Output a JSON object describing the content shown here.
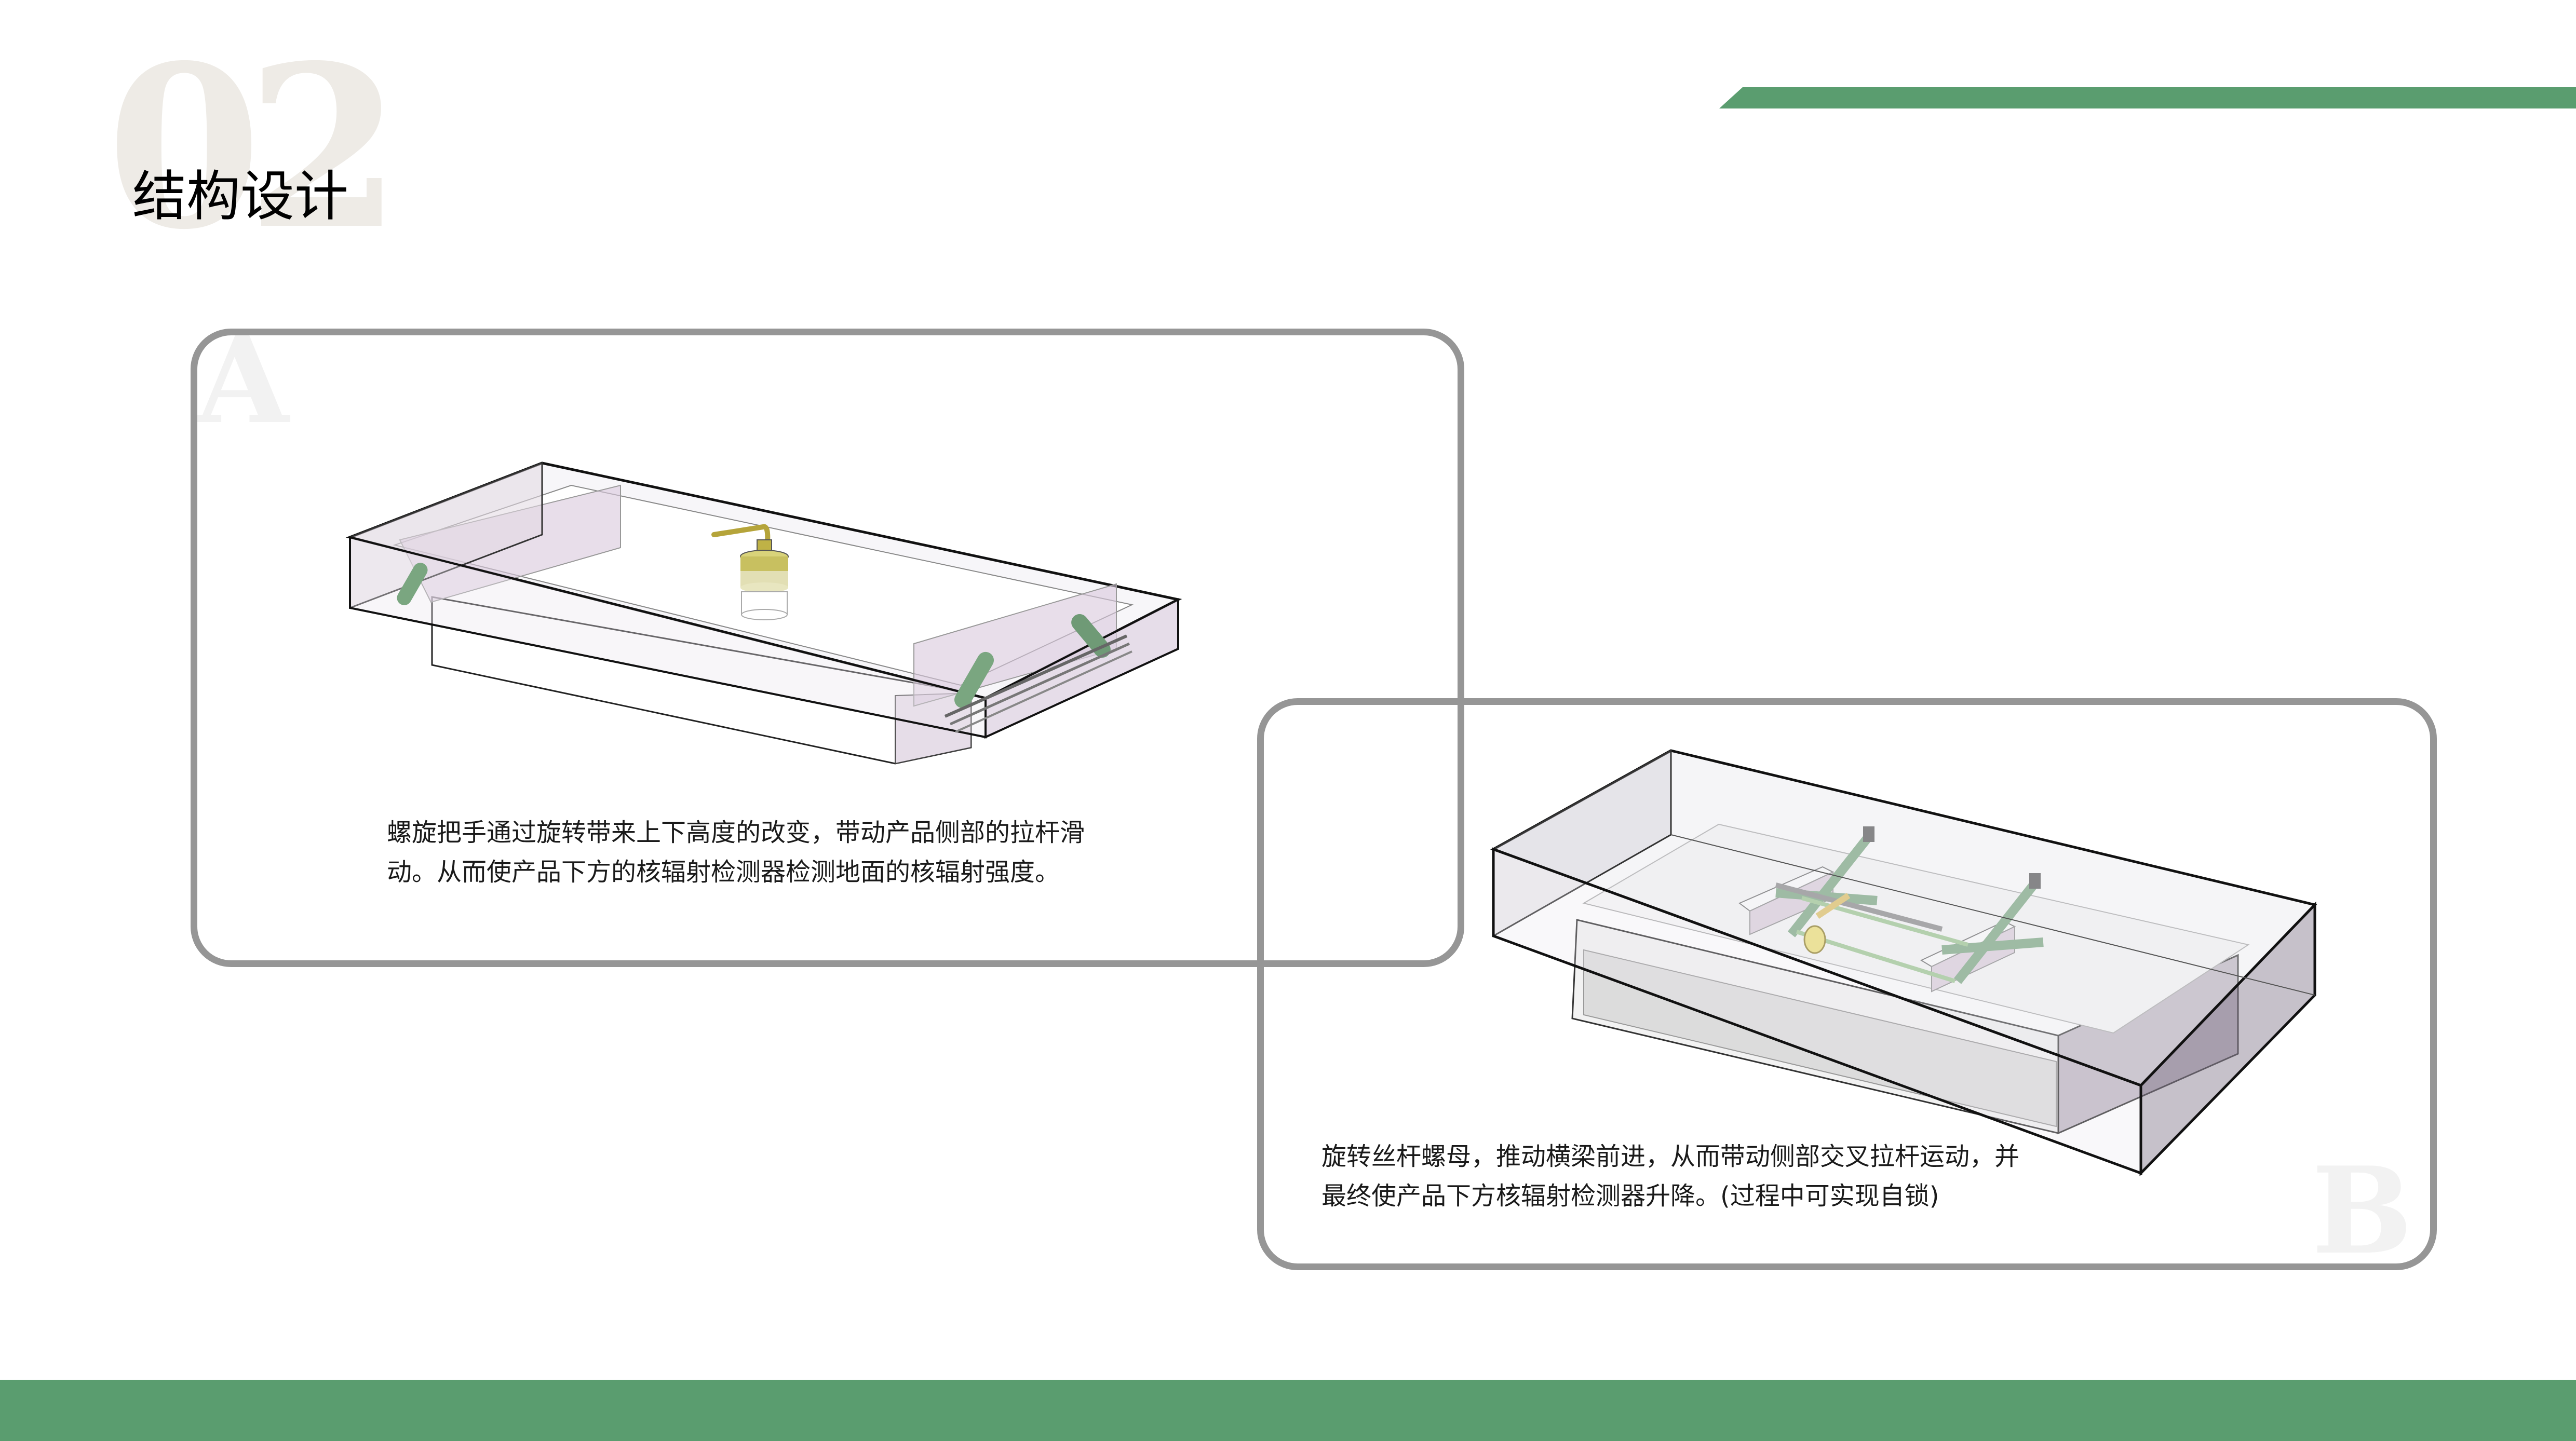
{
  "header": {
    "section_number": "02",
    "title": "结构设计"
  },
  "colors": {
    "accent_green": "#5a9d6f",
    "card_border": "#969696",
    "big_number": "#eeebe6",
    "card_letter": "#f2f2f2",
    "link_green": "#7aa680",
    "knob_gold": "#c8c060",
    "shell_lavender": "#e2d8e2"
  },
  "cards": [
    {
      "letter": "A",
      "description": "螺旋把手通过旋转带来上下高度的改变，带动产品侧部的拉杆滑动。从而使产品下方的核辐射检测器检测地面的核辐射强度。",
      "illustration": "screw-handle-lift-mechanism"
    },
    {
      "letter": "B",
      "description": "旋转丝杆螺母，推动横梁前进，从而带动侧部交叉拉杆运动，并最终使产品下方核辐射检测器升降。(过程中可实现自锁)",
      "illustration": "scissor-lift-lead-screw-mechanism"
    }
  ]
}
